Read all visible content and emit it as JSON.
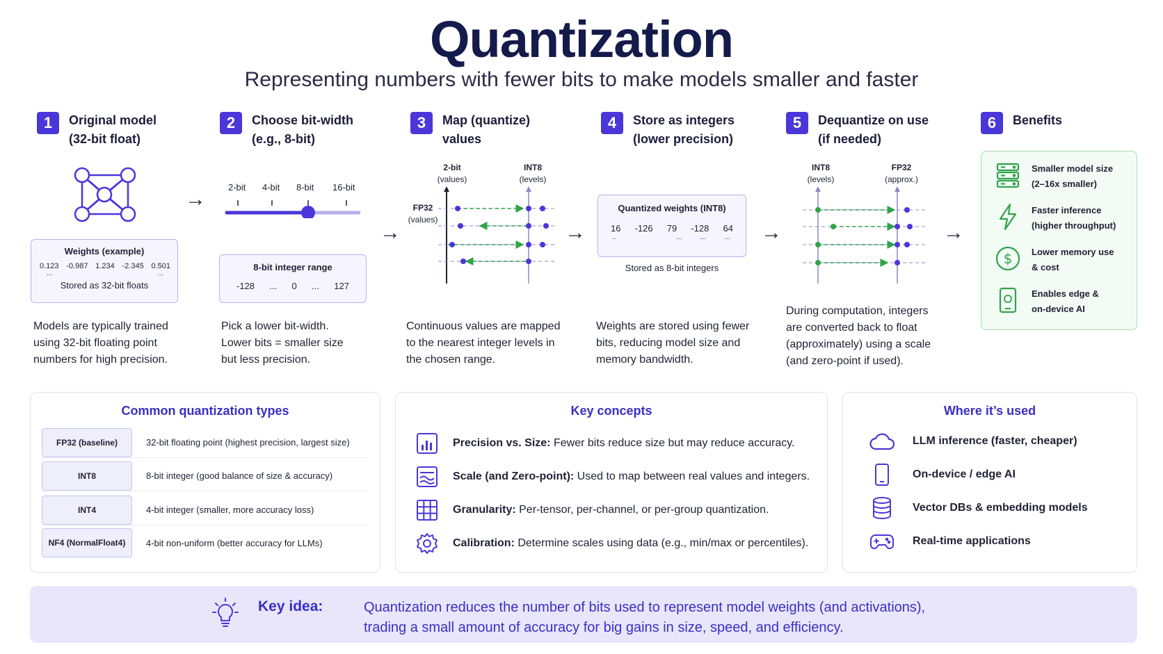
{
  "title": "Quantization",
  "subtitle": "Representing numbers with fewer bits to make models smaller and faster",
  "steps": [
    {
      "num": "1",
      "title1": "Original model",
      "title2": "(32-bit float)",
      "desc": [
        "Models are typically trained",
        "using 32-bit floating point",
        "numbers for high precision."
      ]
    },
    {
      "num": "2",
      "title1": "Choose bit-width",
      "title2": "(e.g., 8-bit)",
      "desc": [
        "Pick a lower bit-width.",
        "Lower bits = smaller size",
        "but less precision."
      ]
    },
    {
      "num": "3",
      "title1": "Map (quantize)",
      "title2": "values",
      "desc": [
        "Continuous values are mapped",
        "to the nearest integer levels in",
        "the chosen range."
      ]
    },
    {
      "num": "4",
      "title1": "Store as integers",
      "title2": "(lower precision)",
      "desc": [
        "Weights are stored using fewer",
        "bits, reducing model size and",
        "memory bandwidth."
      ]
    },
    {
      "num": "5",
      "title1": "Dequantize on use",
      "title2": "(if needed)",
      "desc": [
        "During computation, integers",
        "are converted back to float",
        "(approximately) using a scale",
        "(and zero-point if used)."
      ]
    },
    {
      "num": "6",
      "title1": "Benefits",
      "title2": "",
      "desc": []
    }
  ],
  "weights_box": {
    "title": "Weights (example)",
    "values": [
      "0.123",
      "-0.987",
      "1.234",
      "-2.345",
      "0.501"
    ],
    "ellipsis_left": "...",
    "ellipsis_right": "...",
    "footer": "Stored as 32-bit floats"
  },
  "bitwidth_slider": {
    "labels": [
      "2-bit",
      "4-bit",
      "8-bit",
      "16-bit"
    ],
    "selected_index": 2
  },
  "int_range_box": {
    "title": "8-bit integer range",
    "values": [
      "-128",
      "...",
      "0",
      "...",
      "127"
    ]
  },
  "map_diagram": {
    "left_axis": "FP32",
    "left_axis_sub": "(values)",
    "top_left": "2-bit",
    "top_left_sub": "(values)",
    "top_right": "INT8",
    "top_right_sub": "(levels)"
  },
  "int_weights_box": {
    "title": "Quantized weights (INT8)",
    "values": [
      "16",
      "-126",
      "79",
      "-128",
      "64"
    ],
    "dots": [
      "..",
      "...",
      "...",
      "..."
    ],
    "footer": "Stored as 8-bit integers"
  },
  "dequant_diagram": {
    "left": "INT8",
    "left_sub": "(levels)",
    "right": "FP32",
    "right_sub": "(approx.)"
  },
  "benefits": [
    {
      "icon": "server-icon",
      "line1": "Smaller model size",
      "line2": "(2–16x smaller)"
    },
    {
      "icon": "lightning-icon",
      "line1": "Faster inference",
      "line2": "(higher throughput)"
    },
    {
      "icon": "dollar-icon",
      "line1": "Lower memory use",
      "line2": "& cost"
    },
    {
      "icon": "device-icon",
      "line1": "Enables edge &",
      "line2": "on-device AI"
    }
  ],
  "types_panel": {
    "title": "Common quantization types",
    "rows": [
      {
        "tag": "FP32 (baseline)",
        "desc": "32-bit floating point (highest precision, largest size)"
      },
      {
        "tag": "INT8",
        "desc": "8-bit integer (good balance of size & accuracy)"
      },
      {
        "tag": "INT4",
        "desc": "4-bit integer (smaller, more accuracy loss)"
      },
      {
        "tag": "NF4 (NormalFloat4)",
        "desc": "4-bit non-uniform (better accuracy for LLMs)"
      }
    ]
  },
  "concepts_panel": {
    "title": "Key concepts",
    "rows": [
      {
        "icon": "bar-chart-icon",
        "term": "Precision vs. Size:",
        "text": " Fewer bits reduce size but may reduce accuracy."
      },
      {
        "icon": "scale-icon",
        "term": "Scale (and Zero-point):",
        "text": " Used to map between real values and integers."
      },
      {
        "icon": "grid-icon",
        "term": "Granularity:",
        "text": " Per-tensor, per-channel, or per-group quantization."
      },
      {
        "icon": "gear-icon",
        "term": "Calibration:",
        "text": " Determine scales using data (e.g., min/max or percentiles)."
      }
    ]
  },
  "used_panel": {
    "title": "Where it’s used",
    "rows": [
      {
        "icon": "cloud-icon",
        "text": "LLM inference (faster, cheaper)"
      },
      {
        "icon": "phone-icon",
        "text": "On-device / edge AI"
      },
      {
        "icon": "database-icon",
        "text": "Vector DBs & embedding models"
      },
      {
        "icon": "gamepad-icon",
        "text": "Real-time applications"
      }
    ]
  },
  "key_idea": {
    "label": "Key idea:",
    "line1": "Quantization reduces the number of bits used to represent model weights (and activations),",
    "line2": "trading a small amount of accuracy for big gains in size, speed, and efficiency."
  },
  "colors": {
    "accent": "#4a36d9",
    "green": "#2fa34a",
    "navy": "#141a4a"
  }
}
